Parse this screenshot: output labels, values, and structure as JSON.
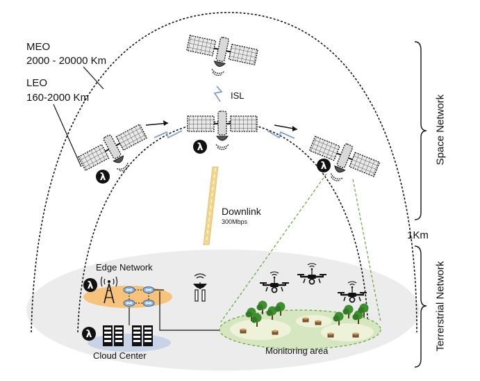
{
  "orbits": {
    "meo": {
      "name": "MEO",
      "range": "2000 - 20000 Km"
    },
    "leo": {
      "name": "LEO",
      "range": "160-2000 Km"
    }
  },
  "links": {
    "isl": "ISL",
    "downlink": "Downlink",
    "downlink_rate": "300Mbps"
  },
  "altitude_marker": "1Km",
  "segments": {
    "space": "Space Network",
    "terrestrial": "Terrerstrial Network"
  },
  "nodes": {
    "edge": "Edge Network",
    "cloud": "Cloud Center",
    "monitoring": "Monitoring area"
  },
  "icons": {
    "lambda": "λ",
    "satellite": "satellite-icon",
    "drone": "drone-icon",
    "tower": "radio-tower-icon",
    "router": "router-icon",
    "server": "server-rack-icon",
    "tree": "tree-icon"
  },
  "colors": {
    "edge_pool": "#f7c27a",
    "cloud_pool": "#c9d3e8",
    "ground": "#ececec",
    "monitoring_fill": "#d5e6c0",
    "beam": "#6aaa3f",
    "downlink": "#f2d58a",
    "isl_bolt": "#7f9fcf"
  }
}
